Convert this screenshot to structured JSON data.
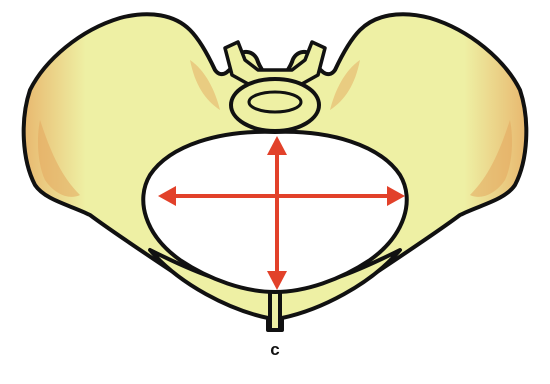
{
  "figure": {
    "caption": "c",
    "colors": {
      "bone_fill": "#eef0a4",
      "bone_shade": "#e4c07a",
      "outline": "#111111",
      "arrow": "#e2412a",
      "inlet": "#ffffff"
    },
    "arrows": [
      "transverse-diameter",
      "anteroposterior-diameter"
    ]
  }
}
